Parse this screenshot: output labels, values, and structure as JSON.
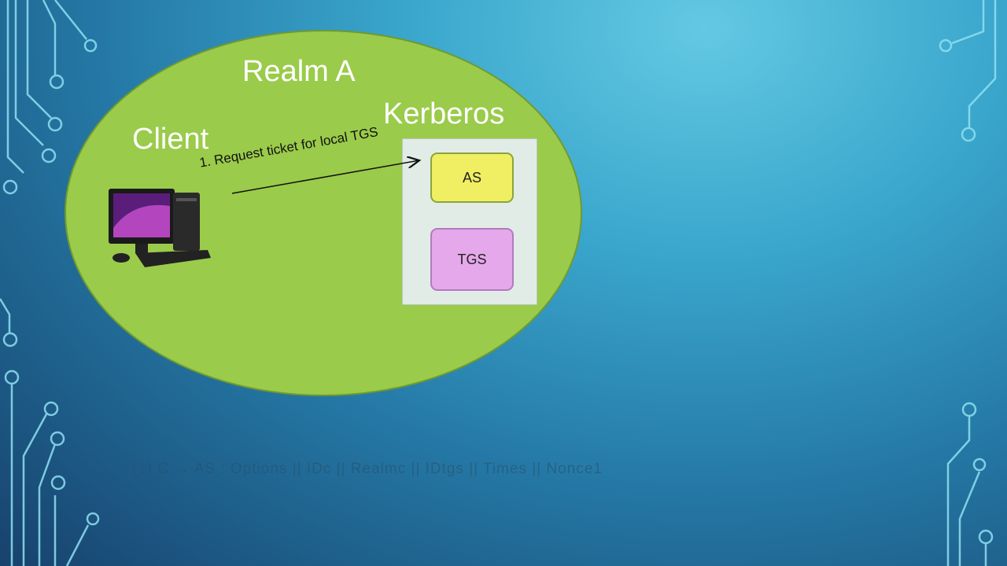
{
  "realm": {
    "title": "Realm A"
  },
  "client": {
    "label": "Client"
  },
  "kerberos": {
    "label": "Kerberos",
    "as": "AS",
    "tgs": "TGS"
  },
  "arrow": {
    "label": "1. Request ticket for local TGS"
  },
  "footer": {
    "faint_text": "(1) C → AS : Options || IDc || Realmc || IDtgs || Times || Nonce1"
  },
  "colors": {
    "realm": "#9acb4a",
    "as": "#f0ee62",
    "tgs": "#e4a8eb"
  }
}
